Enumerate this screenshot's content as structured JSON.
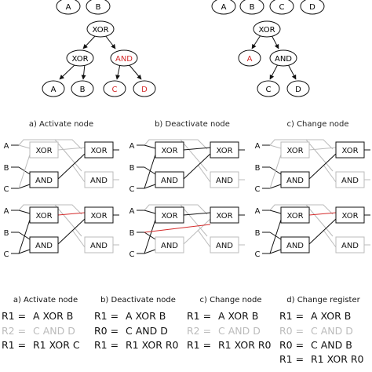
{
  "colors": {
    "ink": "#111111",
    "faded": "#bbbbbb",
    "highlight": "#d42a2a"
  },
  "trees": {
    "left_roots": [
      "A",
      "B"
    ],
    "right_roots": [
      "A",
      "B",
      "C",
      "D"
    ],
    "left_tree": {
      "root": "XOR",
      "child": "XOR",
      "and_node": "AND",
      "leaves": [
        "A",
        "B",
        "C",
        "D"
      ]
    },
    "right_tree": {
      "root": "XOR",
      "mutated": "A",
      "and_node": "AND",
      "leaves": [
        "C",
        "D"
      ]
    }
  },
  "circuits": {
    "captions": [
      "a) Activate node",
      "b) Deactivate node",
      "c) Change node"
    ],
    "inputs": [
      "A",
      "B",
      "C"
    ],
    "gates": {
      "xor": "XOR",
      "and": "AND"
    }
  },
  "programs": [
    {
      "caption": "a) Activate node",
      "lines": [
        {
          "reg": "R1 =",
          "expr": "A XOR B",
          "state": "normal"
        },
        {
          "reg": "R2 =",
          "expr": "C AND D",
          "state": "faded"
        },
        {
          "reg": "R1 =",
          "expr": "R1 XOR C",
          "state": "normal"
        }
      ]
    },
    {
      "caption": "b) Deactivate node",
      "lines": [
        {
          "reg": "R1 =",
          "expr": "A XOR B",
          "state": "normal"
        },
        {
          "reg": "R0 =",
          "expr": "C AND D",
          "state": "normal"
        },
        {
          "reg": "R1 =",
          "expr": "R1 XOR R0",
          "state": "normal"
        }
      ]
    },
    {
      "caption": "c) Change node",
      "lines": [
        {
          "reg": "R1 =",
          "expr": "A XOR B",
          "state": "normal"
        },
        {
          "reg": "R2 =",
          "expr": "C AND D",
          "state": "faded"
        },
        {
          "reg": "R1 =",
          "expr": "R1 XOR R0",
          "state": "normal"
        }
      ]
    },
    {
      "caption": "d) Change register",
      "lines": [
        {
          "reg": "R1 =",
          "expr": "A XOR B",
          "state": "normal"
        },
        {
          "reg": "R0 =",
          "expr": "C AND D",
          "state": "faded"
        },
        {
          "reg": "R0 =",
          "expr": "C AND B",
          "state": "normal"
        },
        {
          "reg": "R1 =",
          "expr": "R1 XOR R0",
          "state": "normal"
        }
      ]
    }
  ]
}
